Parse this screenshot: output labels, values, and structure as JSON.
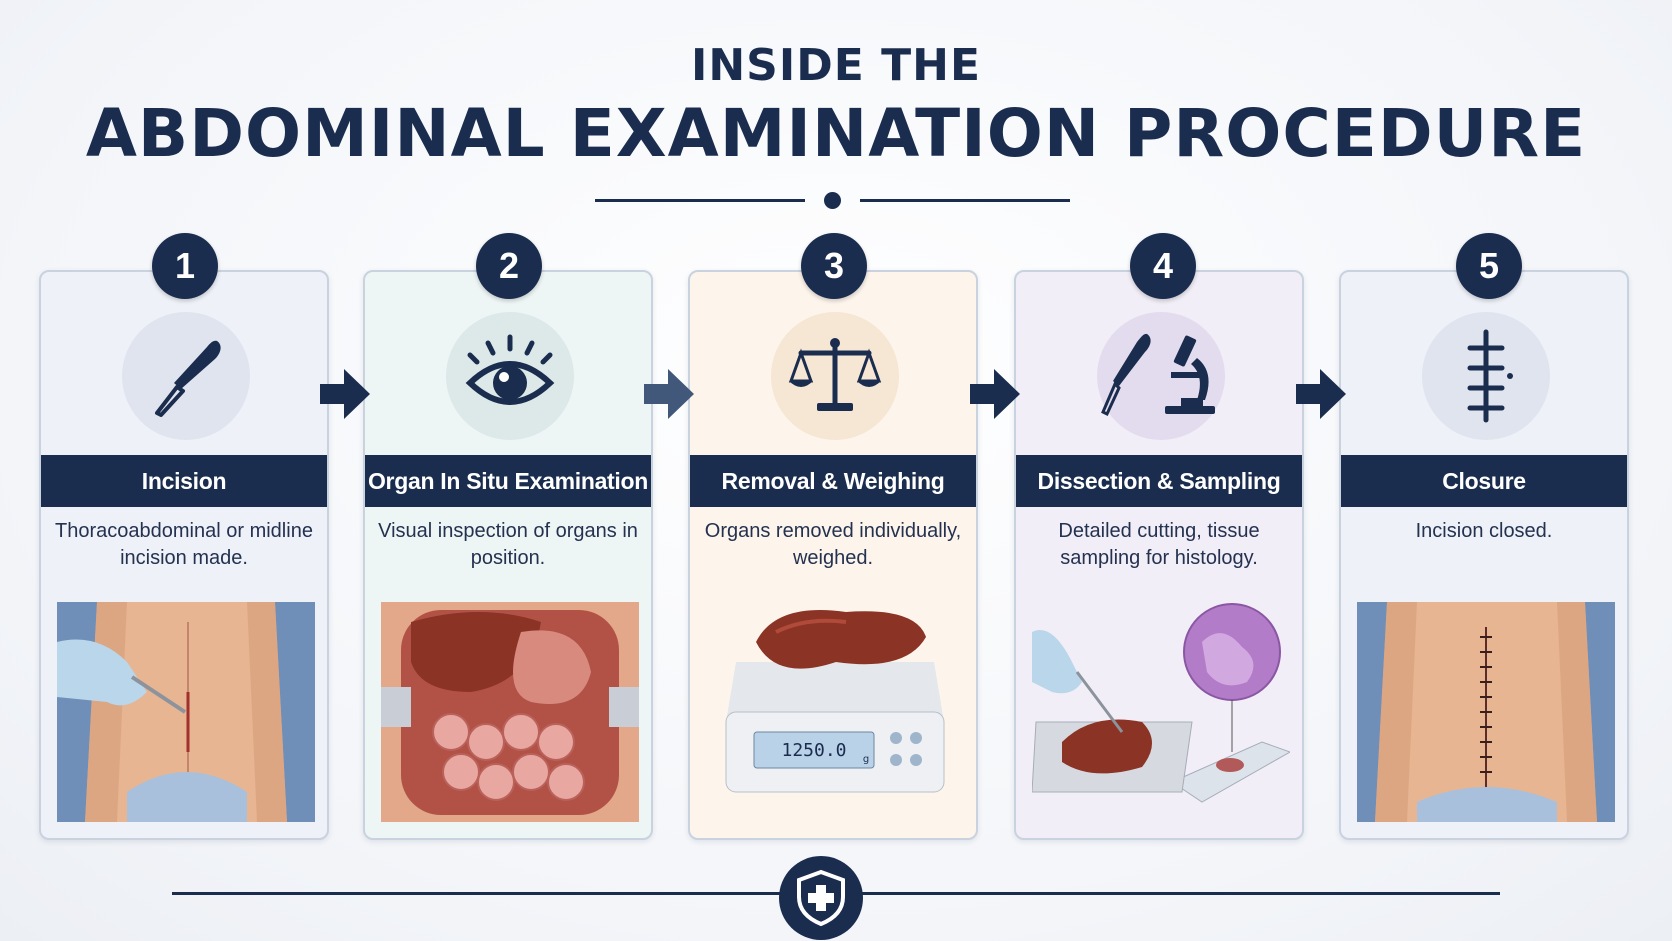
{
  "title": {
    "line1": "INSIDE THE",
    "line2": "ABDOMINAL EXAMINATION PROCEDURE"
  },
  "colors": {
    "navy": "#1b2d4f",
    "step1_bg": "#eef1f8",
    "step2_bg": "#eef6f5",
    "step3_bg": "#fdf5ec",
    "step4_bg": "#f2eef7",
    "step5_bg": "#eef1f8"
  },
  "steps": [
    {
      "number": "1",
      "title": "Incision",
      "description": "Thoracoabdominal or midline incision made.",
      "icon": "scalpel-icon"
    },
    {
      "number": "2",
      "title": "Organ In Situ Examination",
      "description": "Visual inspection of organs in position.",
      "icon": "eye-icon"
    },
    {
      "number": "3",
      "title": "Removal & Weighing",
      "description": "Organs removed individually, weighed.",
      "icon": "balance-scale-icon"
    },
    {
      "number": "4",
      "title": "Dissection & Sampling",
      "description": "Detailed cutting, tissue sampling for histology.",
      "icon": "scalpel-microscope-icon"
    },
    {
      "number": "5",
      "title": "Closure",
      "description": "Incision closed.",
      "icon": "suture-icon"
    }
  ],
  "scale_display": "1250.0",
  "scale_unit": "g",
  "footer_icon": "shield-medical-icon"
}
